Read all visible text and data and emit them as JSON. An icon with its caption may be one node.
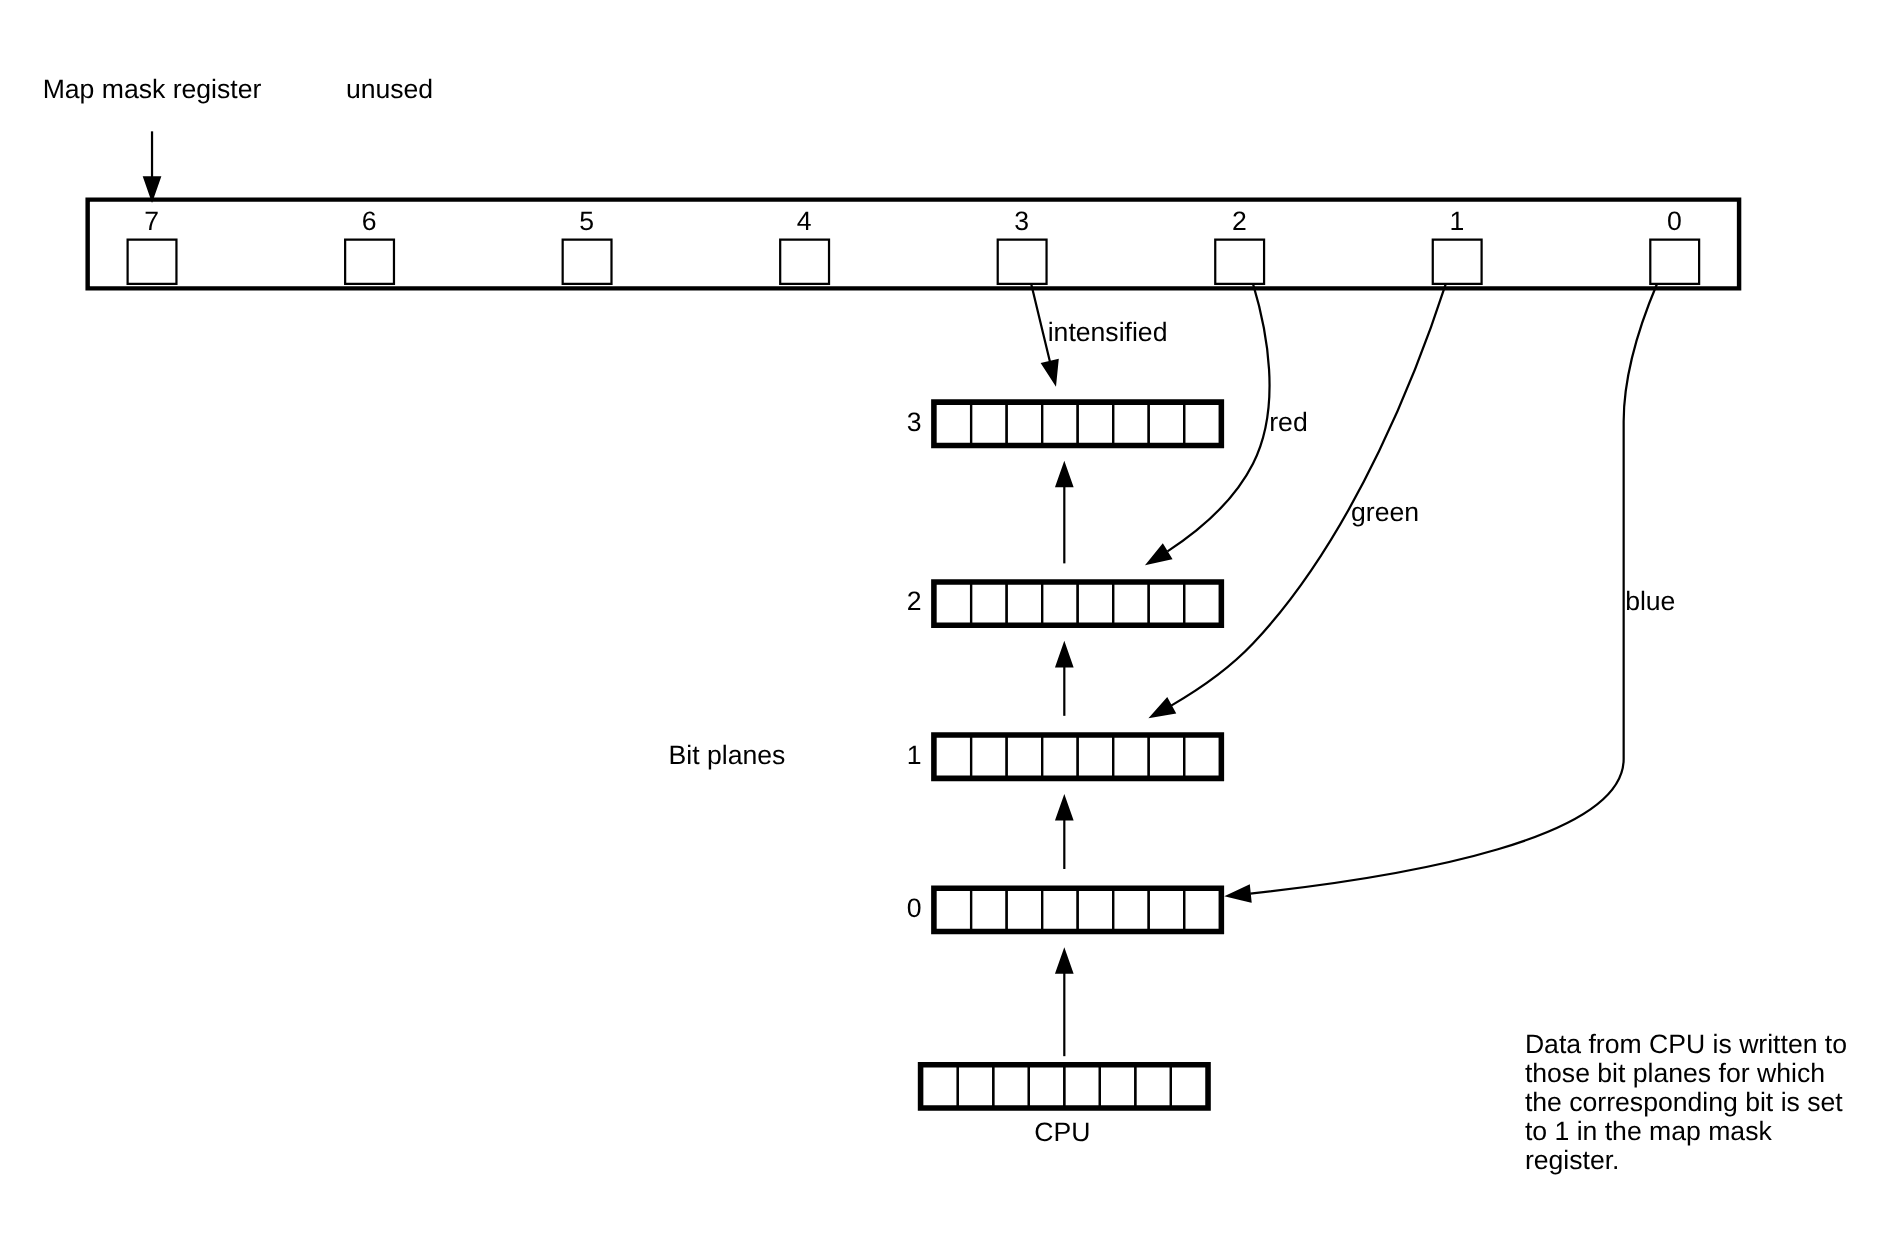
{
  "diagram": {
    "nodes": [
      {
        "text": [
          "Map mask register"
        ]
      },
      {
        "text": [],
        "shape": "bar"
      },
      {
        "text": [
          "7"
        ],
        "in": 1
      },
      {
        "text": [
          "6"
        ],
        "in": 1
      },
      {
        "text": [
          "5"
        ],
        "in": 1
      },
      {
        "text": [
          "4"
        ],
        "in": 1
      },
      {
        "text": [
          "3"
        ],
        "in": 1
      },
      {
        "text": [
          "2"
        ],
        "in": 1
      },
      {
        "text": [
          "1"
        ],
        "in": 1
      },
      {
        "text": [
          "0"
        ],
        "in": 1
      },
      {
        "text": [
          "3"
        ]
      },
      {
        "text": [
          "2"
        ]
      },
      {
        "text": [
          "1"
        ]
      },
      {
        "text": [
          "0"
        ]
      },
      {
        "text": [
          "CPU"
        ]
      }
    ],
    "edges": [
      {
        "from": 0,
        "to": 1,
        "arrow": "to"
      },
      {
        "from": 6,
        "to": 10,
        "arrow": "to",
        "label": "intensified"
      },
      {
        "from": 7,
        "to": 11,
        "arrow": "to",
        "label": "red"
      },
      {
        "from": 8,
        "to": 12,
        "arrow": "to",
        "label": "green"
      },
      {
        "from": 9,
        "to": 13,
        "arrow": "to",
        "label": "blue"
      },
      {
        "from": 14,
        "to": 13,
        "arrow": "to"
      },
      {
        "from": 13,
        "to": 12,
        "arrow": "to"
      },
      {
        "from": 12,
        "to": 11,
        "arrow": "to"
      },
      {
        "from": 11,
        "to": 10,
        "arrow": "to"
      }
    ],
    "labels": [
      "unused",
      "Bit planes",
      "Data from CPU is written to those bit planes for which the corresponding bit is set to 1 in the map mask register."
    ]
  }
}
